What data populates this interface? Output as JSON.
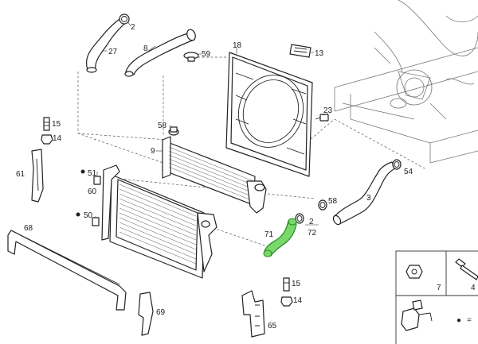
{
  "callouts": {
    "c2": "2",
    "c27": "27",
    "c8": "8",
    "c59": "59",
    "c18": "18",
    "c13": "13",
    "c23": "23",
    "c58a": "58",
    "c9": "9",
    "c15a": "15",
    "c14a": "14",
    "c61": "61",
    "c51": "51",
    "c60": "60",
    "c50": "50",
    "c54": "54",
    "c3": "3",
    "c58b": "58",
    "c2b": "2",
    "c72": "72",
    "c71": "71",
    "c68": "68",
    "c69": "69",
    "c15b": "15",
    "c14b": "14",
    "c65": "65",
    "c7": "7",
    "c4": "4"
  },
  "legend": {
    "symbol": "●",
    "equals": "="
  },
  "highlight_color": "#7ad86a"
}
